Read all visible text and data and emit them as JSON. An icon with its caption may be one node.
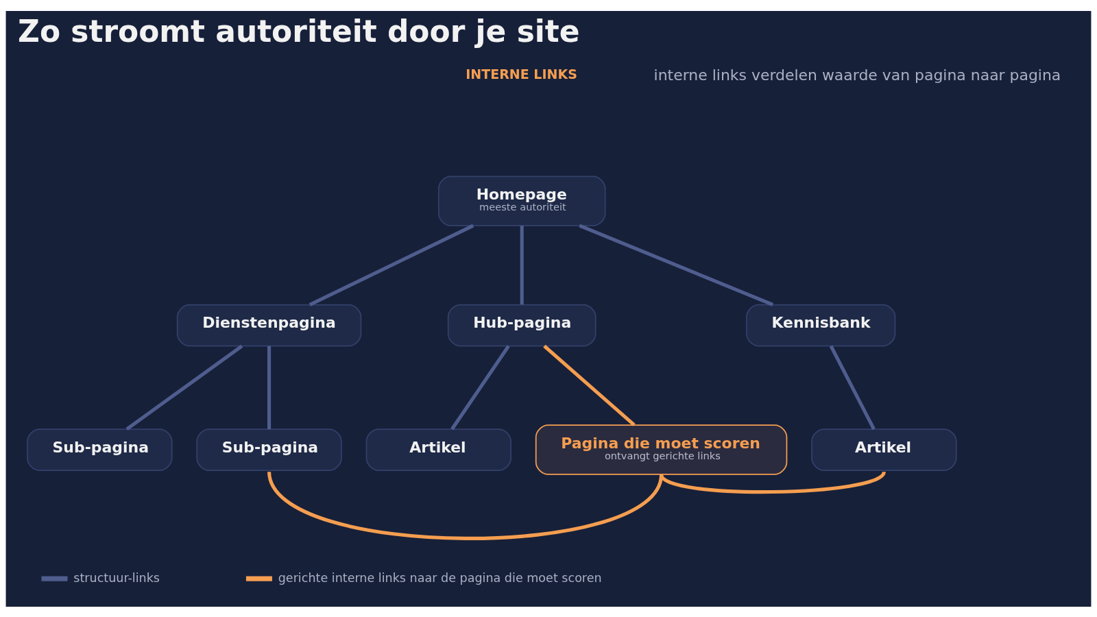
{
  "diagram": {
    "title": "Zo stroomt autoriteit door je site",
    "nodes": [
      {
        "text": [
          "Homepage",
          "meeste autoriteit"
        ]
      },
      {
        "text": [
          "Dienstenpagina"
        ]
      },
      {
        "text": [
          "Hub-pagina"
        ]
      },
      {
        "text": [
          "Kennisbank"
        ]
      },
      {
        "text": [
          "Sub-pagina"
        ]
      },
      {
        "text": [
          "Sub-pagina"
        ]
      },
      {
        "text": [
          "Artikel"
        ]
      },
      {
        "text": [
          "Pagina die moet scoren",
          "ontvangt gerichte links"
        ]
      },
      {
        "text": [
          "Artikel"
        ]
      }
    ],
    "edges": [
      {
        "from": 0,
        "to": 1,
        "arrow": "none"
      },
      {
        "from": 0,
        "to": 2,
        "arrow": "none"
      },
      {
        "from": 0,
        "to": 3,
        "arrow": "none"
      },
      {
        "from": 1,
        "to": 4,
        "arrow": "none"
      },
      {
        "from": 1,
        "to": 5,
        "arrow": "none"
      },
      {
        "from": 2,
        "to": 6,
        "arrow": "none"
      },
      {
        "from": 2,
        "to": 7,
        "arrow": "none",
        "color": "#f59e50"
      },
      {
        "from": 3,
        "to": 8,
        "arrow": "none"
      },
      {
        "from": 5,
        "to": 7,
        "arrow": "none",
        "color": "#f59e50"
      },
      {
        "from": 7,
        "to": 8,
        "arrow": "none",
        "color": "#f59e50"
      }
    ],
    "labels": [
      "INTERNE LINKS",
      "interne links verdelen waarde van pagina naar pagina"
    ],
    "legend": [
      {
        "text": "structuur-links",
        "color": "#4f5d8e"
      },
      {
        "text": "gerichte interne links naar de pagina die moet scoren",
        "color": "#f59e50"
      }
    ]
  }
}
